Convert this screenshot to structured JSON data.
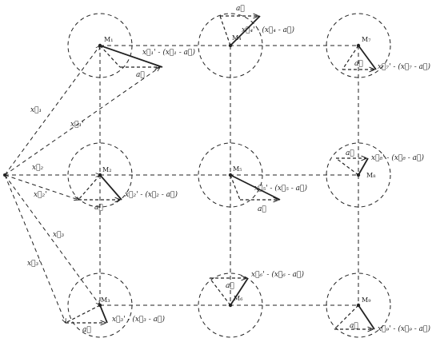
{
  "diagram": {
    "nodes": [
      {
        "id": "M1",
        "label": "M₁",
        "sub": "x⃗₁' - (x⃗₁ - a⃗)"
      },
      {
        "id": "M2",
        "label": "M₂",
        "sub": "x⃗₂' - (x⃗₂ - a⃗)"
      },
      {
        "id": "M3",
        "label": "M₃",
        "sub": "x⃗₃' - (x⃗₃ - a⃗)"
      },
      {
        "id": "M4",
        "label": "M₄",
        "sub": "x⃗₄' - (x⃗₄ - a⃗)"
      },
      {
        "id": "M5",
        "label": "M₅",
        "sub": "x⃗₅' - (x⃗₅ - a⃗)"
      },
      {
        "id": "M6",
        "label": "M₆",
        "sub": "x⃗₆' - (x⃗₆ - a⃗)"
      },
      {
        "id": "M7",
        "label": "M₇",
        "sub": "x⃗₇' - (x⃗₇ - a⃗)"
      },
      {
        "id": "M8",
        "label": "M₈",
        "sub": "x⃗₈' - (x⃗₈ - a⃗)"
      },
      {
        "id": "M9",
        "label": "M₉",
        "sub": "x⃗₉' - (x⃗₉ - a⃗)"
      }
    ],
    "a_label": "a⃗",
    "ray_labels": [
      "x⃗₁",
      "x⃗₁'",
      "x⃗₂",
      "x⃗₂'",
      "x⃗₃",
      "x⃗₃'"
    ]
  },
  "colors": {
    "ink": "#222222"
  }
}
